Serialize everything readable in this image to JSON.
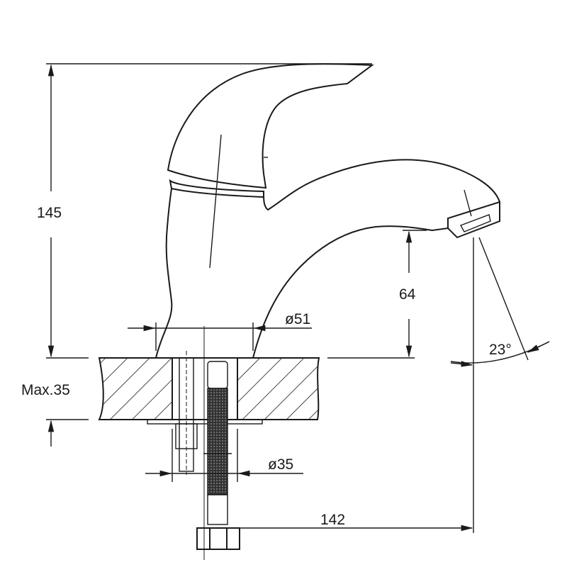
{
  "drawing": {
    "dimensions": {
      "height_total": "145",
      "spout_height": "64",
      "base_diameter": "ø51",
      "spout_angle": "23°",
      "max_counter_thickness": "Max.35",
      "hole_diameter": "ø35",
      "spout_reach": "142"
    },
    "colors": {
      "line": "#1a1a1a",
      "background": "#ffffff"
    }
  }
}
